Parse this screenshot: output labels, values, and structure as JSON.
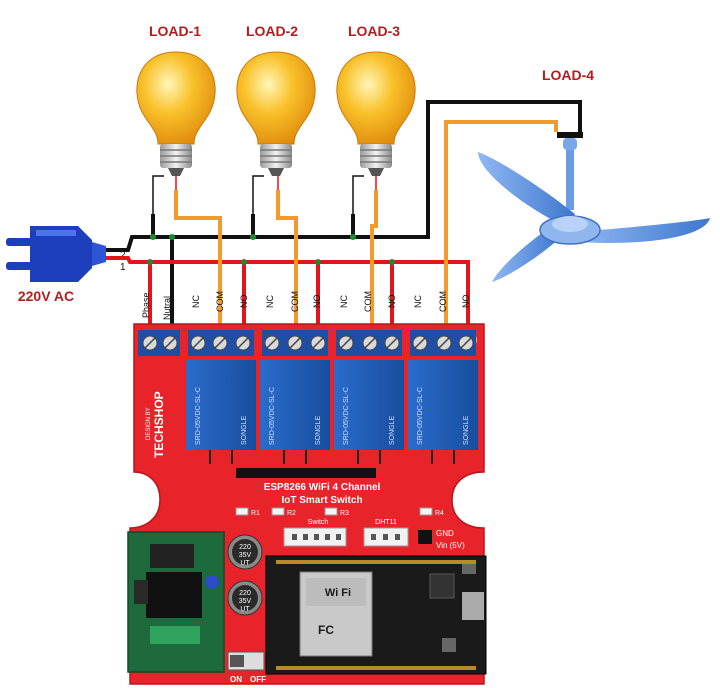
{
  "loads": [
    {
      "label": "LOAD-1"
    },
    {
      "label": "LOAD-2"
    },
    {
      "label": "LOAD-3"
    },
    {
      "label": "LOAD-4"
    }
  ],
  "plug": {
    "label": "220V AC",
    "wire_numbers": [
      "2",
      "1"
    ]
  },
  "terminals": {
    "phase": "Phase",
    "neutral": "Nutral",
    "nc": "NC",
    "com": "COM",
    "no": "NO"
  },
  "board": {
    "title": "ESP8266 WiFi 4 Channel",
    "subtitle": "IoT Smart Switch",
    "brand": "TECHSHOP",
    "design_by": "DESIGN BY",
    "switch_label": "Switch",
    "dht_label": "DHT11",
    "gnd_label": "GND",
    "vin_label": "Vin (5V)",
    "on_label": "ON",
    "off_label": "OFF",
    "relay_leds": [
      "R1",
      "R2",
      "R3",
      "R4"
    ],
    "relay_model": "SRD-05VDC-SL-C",
    "relay_brand": "SONGLE",
    "cap_text": [
      "220",
      "35V",
      "UT"
    ],
    "wifi_text": "Wi Fi",
    "fc_text": "FC"
  },
  "colors": {
    "phase_wire": "#e3141b",
    "neutral_wire": "#111111",
    "load_wire": "#f39a2b",
    "board": "#e8232a",
    "relay": "#1f5fb8",
    "terminal": "#1e4fa5",
    "bulb": "#f7b21c",
    "plug": "#1d3fbe",
    "fan": "#5f95e3",
    "label": "#b21e1e"
  }
}
